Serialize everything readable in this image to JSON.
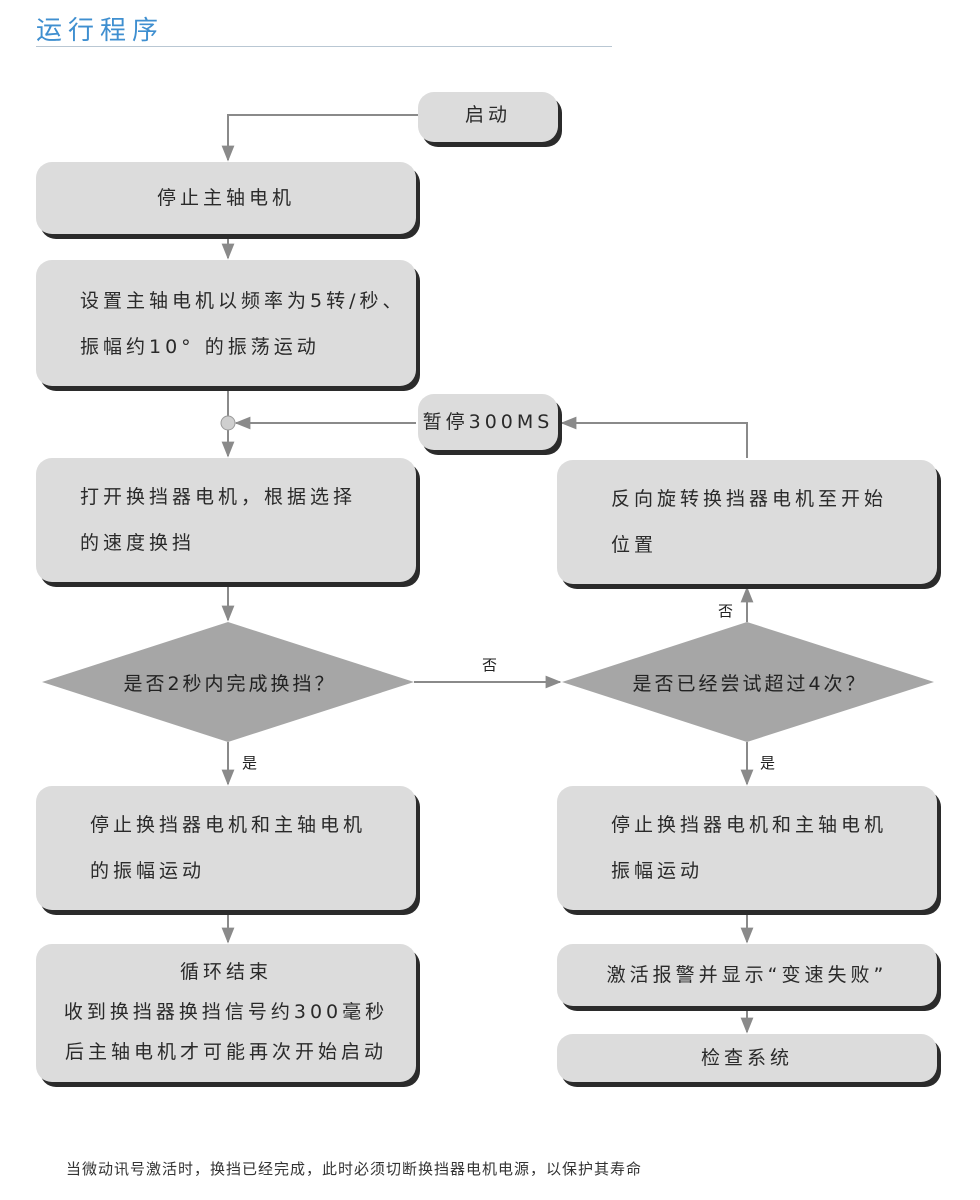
{
  "title": "运行程序",
  "nodes": {
    "start": "启动",
    "stop_spindle": "停止主轴电机",
    "oscillate": [
      "设置主轴电机以频率为5转/秒、",
      "振幅约10° 的振荡运动"
    ],
    "pause": "暂停300MS",
    "open_shift": [
      "打开换挡器电机，根据选择",
      "的速度换挡"
    ],
    "reverse": [
      "反向旋转换挡器电机至开始",
      "位置"
    ],
    "decision1": "是否2秒内完成换挡？",
    "decision2": "是否已经尝试超过4次？",
    "stop_left": [
      "停止换挡器电机和主轴电机",
      "的振幅运动"
    ],
    "stop_right": [
      "停止换挡器电机和主轴电机",
      "振幅运动"
    ],
    "loop_end": [
      "循环结束",
      "收到换挡器换挡信号约300毫秒",
      "后主轴电机才可能再次开始启动"
    ],
    "alarm": "激活报警并显示“变速失败”",
    "check": "检查系统"
  },
  "edge_labels": {
    "no_right": "否",
    "no_up": "否",
    "yes_left": "是",
    "yes_right": "是"
  },
  "footnote": "当微动讯号激活时，换挡已经完成，此时必须切断换挡器电机电源，以保护其寿命",
  "colors": {
    "title": "#3f8fd0",
    "box": "#dcdcdc",
    "diamond": "#a6a6a6",
    "shadow": "#2b2b2b",
    "arrow": "#8a8a8a"
  }
}
